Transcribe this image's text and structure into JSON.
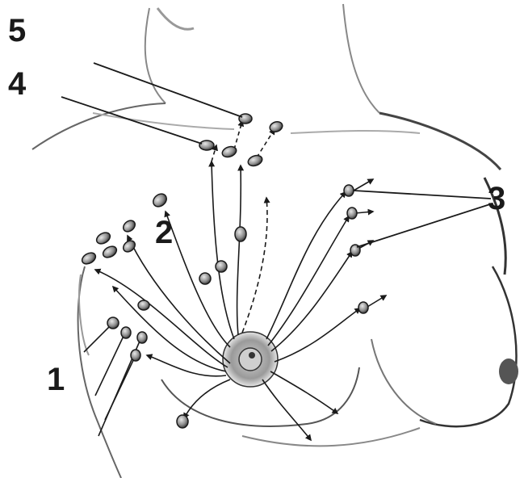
{
  "labels": {
    "one": "1",
    "two": "2",
    "three": "3",
    "four": "4",
    "five": "5"
  },
  "colors": {
    "ink": "#1a1a1a",
    "shade": "#bdbdbd",
    "node_fill": "#9a9a9a",
    "background": "#ffffff"
  }
}
